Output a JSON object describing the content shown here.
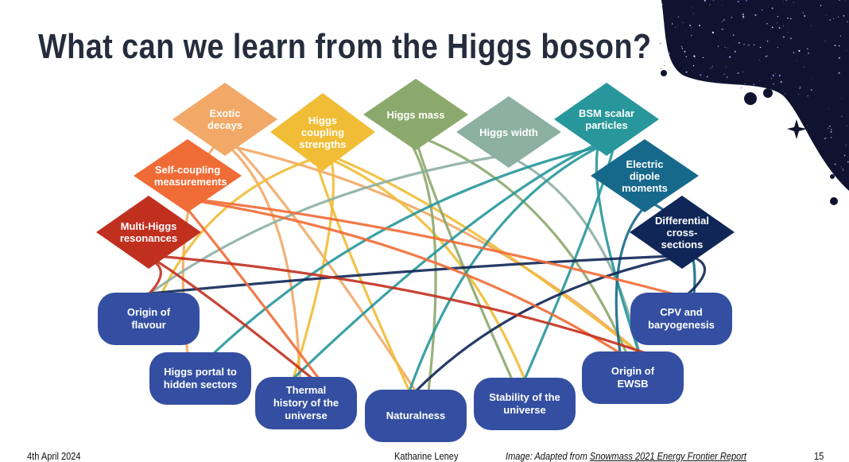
{
  "title": "What can we learn from the Higgs boson?",
  "colors": {
    "box": "#344fa1",
    "title": "#252d3d",
    "space": "#0f1330"
  },
  "measurements": [
    {
      "id": "exotic",
      "label": "Exotic decays",
      "color": "#f2a866"
    },
    {
      "id": "coupling",
      "label": "Higgs coupling strengths",
      "color": "#f1bd36"
    },
    {
      "id": "mass",
      "label": "Higgs mass",
      "color": "#8ba96c"
    },
    {
      "id": "width",
      "label": "Higgs width",
      "color": "#8cb0a2"
    },
    {
      "id": "bsm",
      "label": "BSM scalar particles",
      "color": "#27979b"
    },
    {
      "id": "edm",
      "label": "Electric dipole moments",
      "color": "#17698c"
    },
    {
      "id": "diff",
      "label": "Differential cross-sections",
      "color": "#0f2657"
    },
    {
      "id": "self",
      "label": "Self-coupling measurements",
      "color": "#f06c36"
    },
    {
      "id": "multi",
      "label": "Multi-Higgs resonances",
      "color": "#c1301f"
    }
  ],
  "questions": [
    {
      "id": "flavour",
      "label": "Origin of flavour"
    },
    {
      "id": "portal",
      "label": "Higgs portal to hidden sectors"
    },
    {
      "id": "thermal",
      "label": "Thermal history of the universe"
    },
    {
      "id": "natural",
      "label": "Naturalness"
    },
    {
      "id": "stability",
      "label": "Stability of the universe"
    },
    {
      "id": "ewsb",
      "label": "Origin of EWSB"
    },
    {
      "id": "cpv",
      "label": "CPV and baryogenesis"
    }
  ],
  "edges": [
    [
      "exotic",
      "portal"
    ],
    [
      "exotic",
      "thermal"
    ],
    [
      "exotic",
      "natural"
    ],
    [
      "exotic",
      "ewsb"
    ],
    [
      "coupling",
      "flavour"
    ],
    [
      "coupling",
      "thermal"
    ],
    [
      "coupling",
      "natural"
    ],
    [
      "coupling",
      "stability"
    ],
    [
      "coupling",
      "ewsb"
    ],
    [
      "mass",
      "natural"
    ],
    [
      "mass",
      "stability"
    ],
    [
      "mass",
      "ewsb"
    ],
    [
      "width",
      "flavour"
    ],
    [
      "width",
      "ewsb"
    ],
    [
      "bsm",
      "portal"
    ],
    [
      "bsm",
      "thermal"
    ],
    [
      "bsm",
      "natural"
    ],
    [
      "bsm",
      "stability"
    ],
    [
      "bsm",
      "ewsb"
    ],
    [
      "edm",
      "cpv"
    ],
    [
      "edm",
      "ewsb"
    ],
    [
      "diff",
      "flavour"
    ],
    [
      "diff",
      "natural"
    ],
    [
      "diff",
      "cpv"
    ],
    [
      "self",
      "thermal"
    ],
    [
      "self",
      "ewsb"
    ],
    [
      "self",
      "cpv"
    ],
    [
      "multi",
      "flavour"
    ],
    [
      "multi",
      "thermal"
    ],
    [
      "multi",
      "ewsb"
    ]
  ],
  "footer": {
    "date": "4th April 2024",
    "author": "Katharine Leney",
    "credit_prefix": "Image: Adapted from ",
    "credit_link": "Snowmass 2021 Energy Frontier Report",
    "page": "15"
  }
}
